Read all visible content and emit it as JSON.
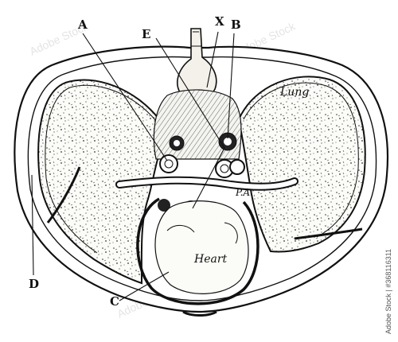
{
  "labels": {
    "a": "A",
    "e": "E",
    "x": "X",
    "b": "B",
    "lung": "Lung",
    "pa": "P.A.",
    "heart": "Heart",
    "c": "C",
    "d": "D"
  },
  "stock_id": "Adobe Stock | #368116311",
  "watermark": "Adobe Stock"
}
